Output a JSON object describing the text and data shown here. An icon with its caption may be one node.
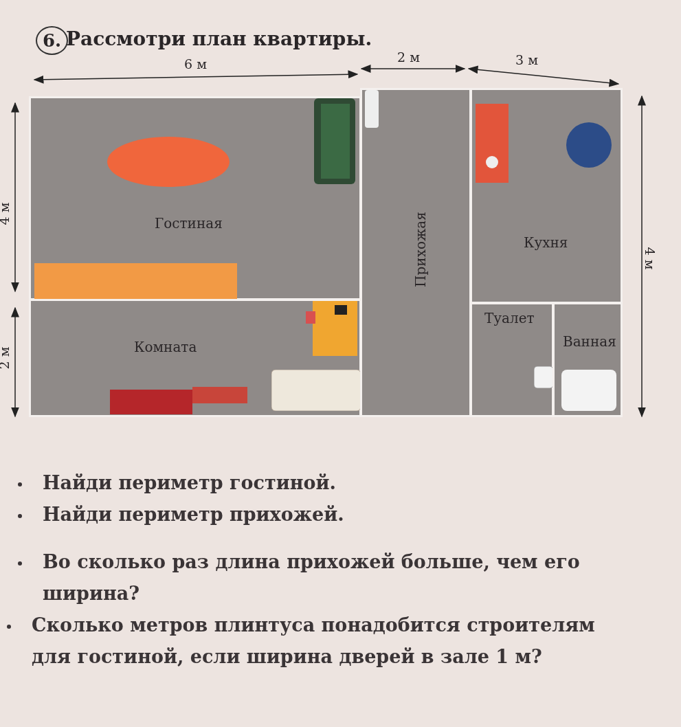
{
  "diagram": {
    "title": "Рассмотри план квартиры.",
    "nodes": [
      {
        "text": [
          "Гостиная"
        ]
      },
      {
        "text": [
          "Комната"
        ]
      },
      {
        "text": [
          "Прихожая"
        ]
      },
      {
        "text": [
          "Кухня"
        ]
      },
      {
        "text": [
          "Туалет"
        ]
      },
      {
        "text": [
          "Ванная"
        ]
      }
    ],
    "labels": [
      "6.",
      "6 м",
      "2 м",
      "3 м",
      "4 м",
      "2 м",
      "4 м",
      "Найди периметр гостиной.",
      "Найди периметр прихожей.",
      "Во сколько раз длина прихожей больше, чем его ширина?",
      "Сколько метров плинтуса понадобится строителям для гостиной, если ширина дверей в зале 1 м?"
    ]
  }
}
